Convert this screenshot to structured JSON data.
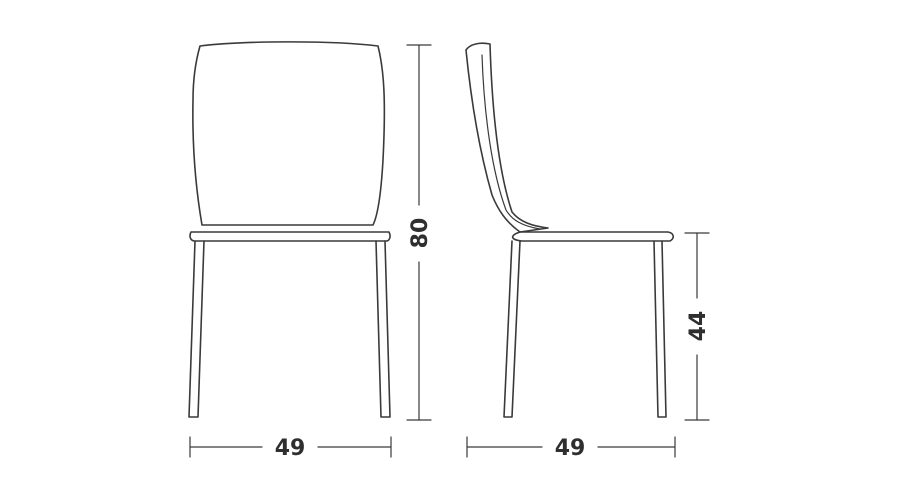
{
  "colors": {
    "stroke": "#3a3a3a",
    "text": "#2f2f2f",
    "background": "#ffffff"
  },
  "front_view": {
    "width_label": "49",
    "height_label": "80"
  },
  "side_view": {
    "depth_label": "49",
    "seat_height_label": "44"
  }
}
